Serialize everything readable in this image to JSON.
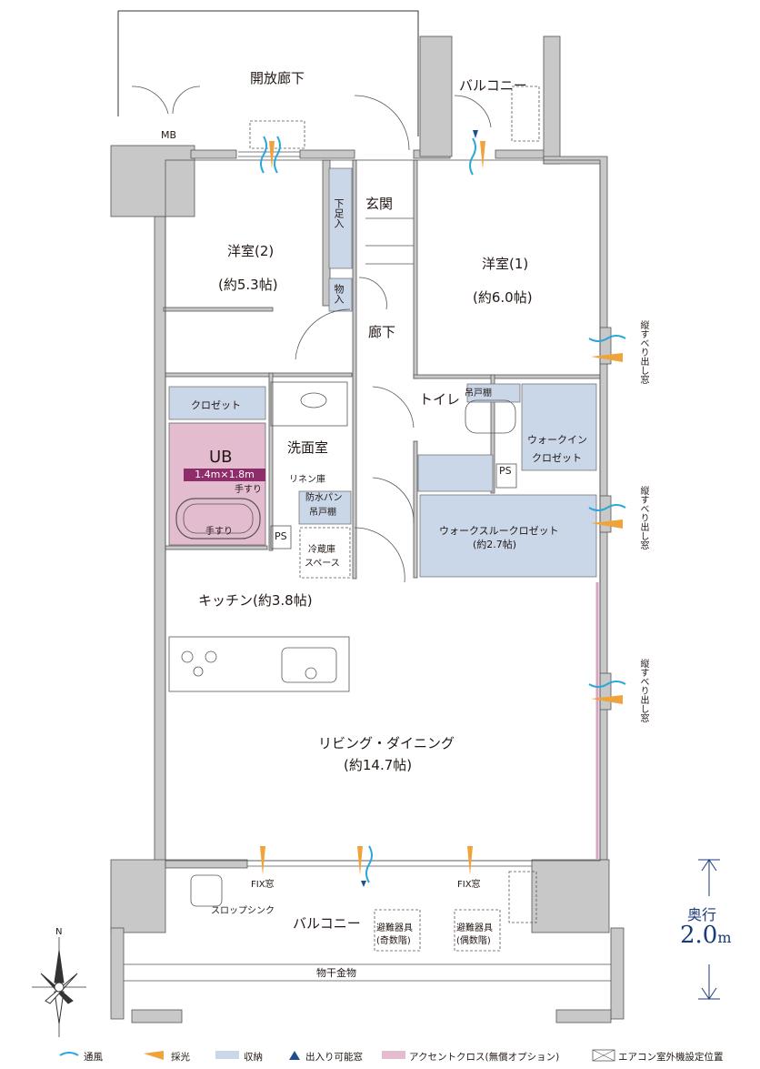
{
  "rooms": {
    "open_corridor": "開放廊下",
    "balcony_top": "バルコニー",
    "mb": "MB",
    "western2_name": "洋室(2)",
    "western2_size": "(約5.3帖)",
    "western1_name": "洋室(1)",
    "western1_size": "(約6.0帖)",
    "entrance": "玄関",
    "shoe_storage": "下足入",
    "storage": "物入",
    "hallway": "廊下",
    "closet": "クロゼット",
    "toilet": "トイレ",
    "hanging_shelf": "吊戸棚",
    "walkin_closet_1": "ウォークイン",
    "walkin_closet_2": "クロゼット",
    "ps": "PS",
    "ub": "UB",
    "ub_size": "1.4m×1.8m",
    "handrail": "手すり",
    "washroom": "洗面室",
    "linen": "リネン庫",
    "waterproof_pan": "防水パン",
    "hanging_shelf2": "吊戸棚",
    "fridge_1": "冷蔵庫",
    "fridge_2": "スペース",
    "walkthrough_closet": "ウォークスルークロゼット",
    "walkthrough_size": "(約2.7帖)",
    "kitchen": "キッチン(約3.8帖)",
    "living_name": "リビング・ダイニング",
    "living_size": "(約14.7帖)",
    "fix_window": "FIX窓",
    "slop_sink": "スロップシンク",
    "balcony_bottom": "バルコニー",
    "evac1_1": "避難器具",
    "evac1_2": "(奇数階)",
    "evac2_1": "避難器具",
    "evac2_2": "(偶数階)",
    "drying": "物干金物",
    "vert_window": "縦すべり出し窓",
    "north": "N"
  },
  "depth": {
    "label": "奥行",
    "value": "2.0",
    "unit": "m"
  },
  "legend": {
    "ventilation": "通風",
    "daylight": "採光",
    "storage": "収納",
    "entry_window": "出入り可能窓",
    "accent": "アクセントクロス(無償オプション)",
    "ac_unit": "エアコン室外機設定位置"
  },
  "colors": {
    "storage_fill": "#c9d7e8",
    "ub_fill": "#e3bcd0",
    "ub_label_bg": "#8f2d6b",
    "accent_line": "#d9a4c0",
    "wind": "#2aa6d8",
    "light": "#f0a33a",
    "entry": "#1f4f8f",
    "wall": "#c8c8c8",
    "depth_color": "#1a3a7a"
  }
}
